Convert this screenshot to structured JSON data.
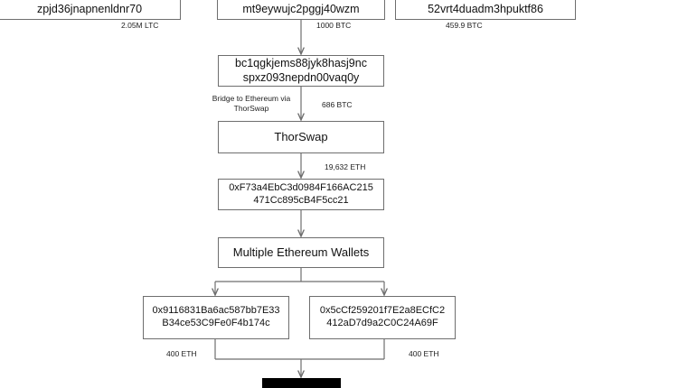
{
  "nodes": {
    "top_left": {
      "line2": "zpjd36jnapnenldnr70"
    },
    "top_mid": {
      "line2": "mt9eywujc2pggj40wzm"
    },
    "top_right": {
      "line2": "52vrt4duadm3hpuktf86"
    },
    "bc1": {
      "line1": "bc1qgkjems88jyk8hasj9nc",
      "line2": "spxz093nepdn00vaq0y"
    },
    "thorswap": {
      "label": "ThorSwap"
    },
    "eth_main": {
      "line1": "0xF73a4EbC3d0984F166AC215",
      "line2": "471Cc895cB4F5cc21"
    },
    "multi": {
      "label": "Multiple Ethereum Wallets"
    },
    "wallet_left": {
      "line1": "0x9116831Ba6ac587bb7E33",
      "line2": "B34ce53C9Fe0F4b174c"
    },
    "wallet_right": {
      "line1": "0x5cCf259201f7E2a8ECfC2",
      "line2": "412aD7d9a2C0C24A69F"
    }
  },
  "edge_labels": {
    "ltc_amount": "2.05M LTC",
    "btc_1000": "1000 BTC",
    "btc_459": "459.9 BTC",
    "bridge_line1": "Bridge to Ethereum via",
    "bridge_line2": "ThorSwap",
    "btc_686": "686 BTC",
    "eth_19632": "19,632 ETH",
    "eth_400_left": "400 ETH",
    "eth_400_right": "400 ETH"
  },
  "colors": {
    "line": "#6e6e6e",
    "box_border": "#6e6e6e",
    "redaction": "#000000"
  }
}
